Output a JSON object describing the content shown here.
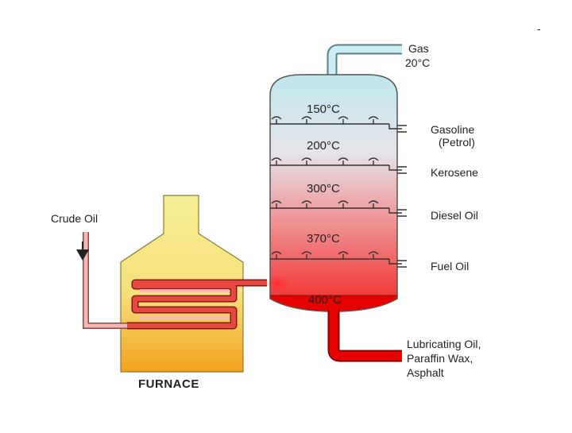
{
  "corner_mark": "-",
  "furnace": {
    "label": "FURNACE"
  },
  "input": {
    "label": "Crude Oil"
  },
  "column_temperatures": [
    "150°C",
    "200°C",
    "300°C",
    "370°C",
    "400°C"
  ],
  "fractions": {
    "gas": {
      "name": "Gas",
      "temp": "20°C"
    },
    "gasoline": {
      "line1": "Gasoline",
      "line2": "(Petrol)"
    },
    "kerosene": "Kerosene",
    "diesel": "Diesel Oil",
    "fuel_oil": "Fuel Oil",
    "residue": {
      "line1": "Lubricating Oil,",
      "line2": "Paraffin Wax,",
      "line3": "Asphalt"
    }
  },
  "colors": {
    "column_top": "#bfe6ee",
    "column_bottom": "#f23a3a",
    "residue_liquid": "#e60000",
    "furnace_top": "#f6ee96",
    "furnace_bottom": "#f3a21e",
    "pipe_red": "#e8473f",
    "pipe_pink": "#f2b8b5"
  }
}
